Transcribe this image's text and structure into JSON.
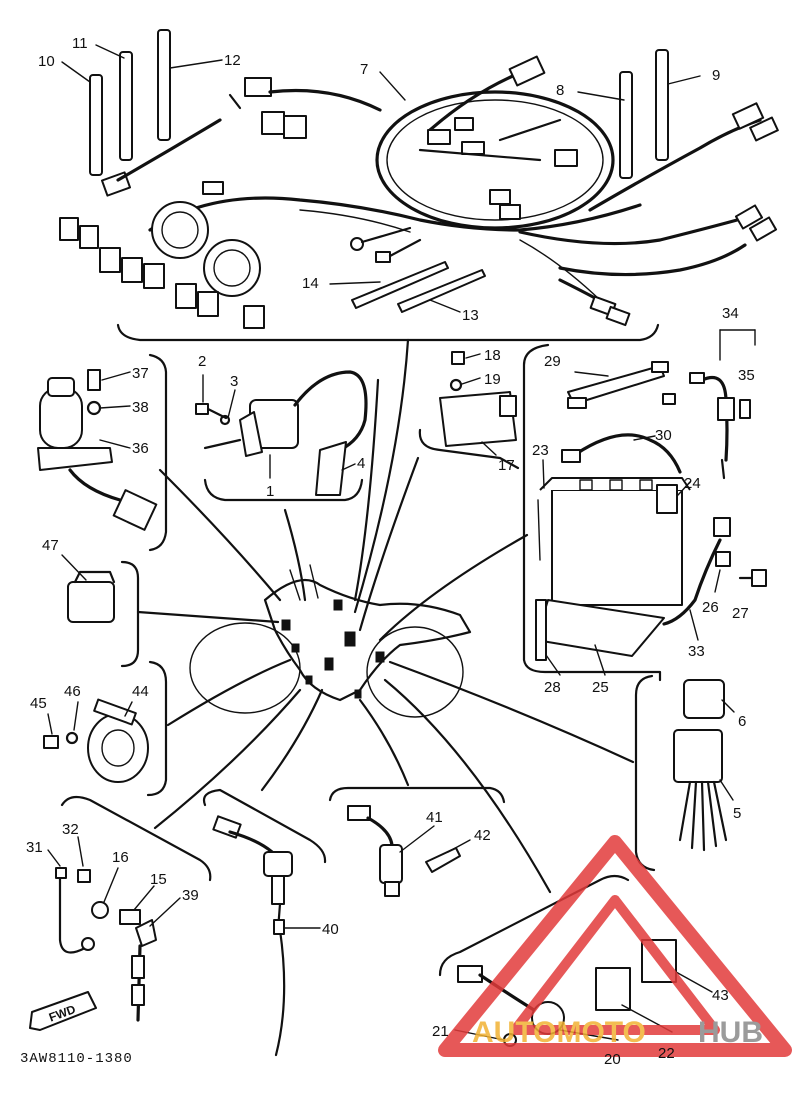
{
  "diagram": {
    "code": "3AW8110-1380",
    "fwd_label": "FWD",
    "labels": {
      "1": "1",
      "2": "2",
      "3": "3",
      "4": "4",
      "5": "5",
      "6": "6",
      "7": "7",
      "8": "8",
      "9": "9",
      "10": "10",
      "11": "11",
      "12": "12",
      "13": "13",
      "14": "14",
      "15": "15",
      "16": "16",
      "17": "17",
      "18": "18",
      "19": "19",
      "20": "20",
      "21": "21",
      "22": "22",
      "23": "23",
      "24": "24",
      "25": "25",
      "26": "26",
      "27": "27",
      "28": "28",
      "29": "29",
      "30": "30",
      "31": "31",
      "32": "32",
      "33": "33",
      "34": "34",
      "35": "35",
      "36": "36",
      "37": "37",
      "38": "38",
      "39": "39",
      "40": "40",
      "41": "41",
      "42": "42",
      "43": "43",
      "44": "44",
      "45": "45",
      "46": "46",
      "47": "47"
    }
  },
  "watermark": {
    "text_a": "AUTOMOTO",
    "text_b": "HUB",
    "color_red": "#e23b3b",
    "color_yellow": "#f2b233",
    "color_gray": "#8a8a8a"
  }
}
